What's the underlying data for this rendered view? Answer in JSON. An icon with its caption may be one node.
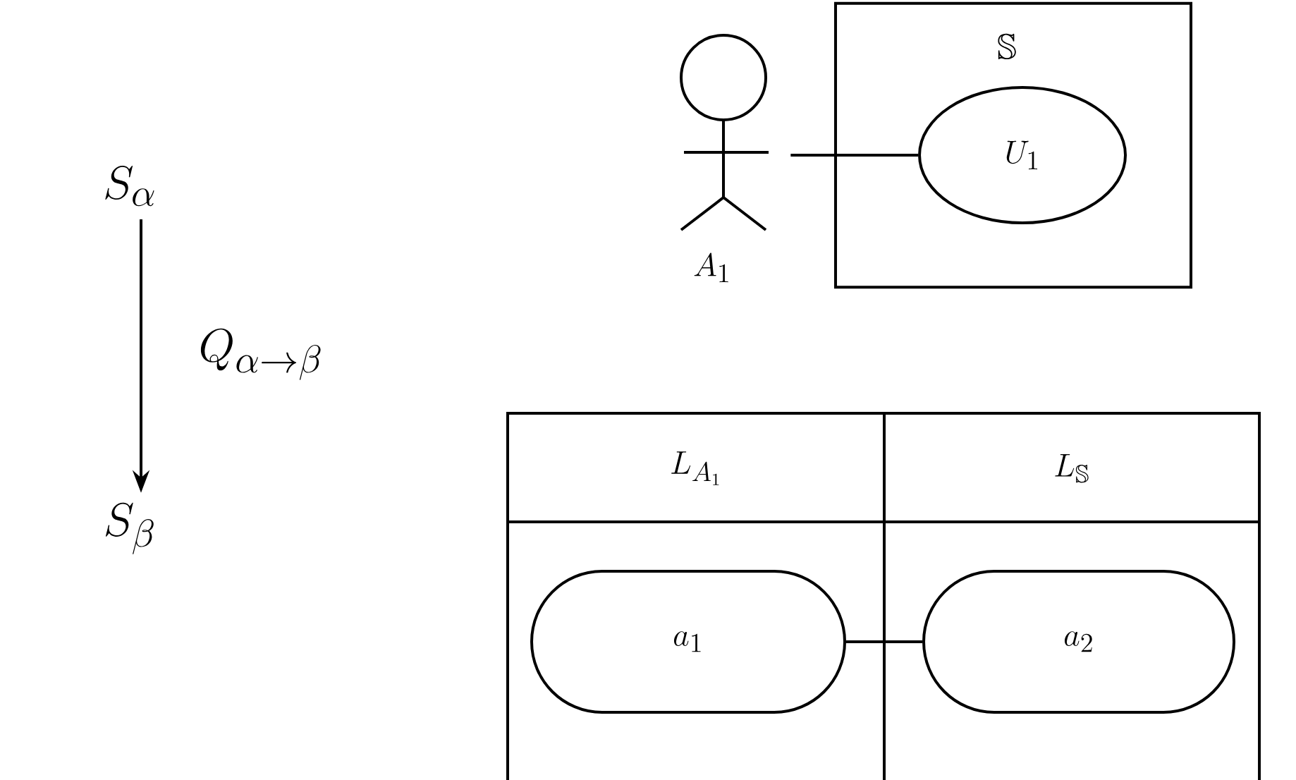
{
  "diagram": {
    "nodes": [
      {
        "text": [
          "S_{\\alpha}"
        ]
      },
      {
        "text": [
          "S_{\\beta}"
        ]
      },
      {
        "text": [],
        "shape": "person",
        "beside": [
          "A_{1}"
        ]
      },
      {
        "text": [
          "\\mathbb{S}"
        ]
      },
      {
        "text": [
          "U_{1}"
        ],
        "in": 3
      },
      {
        "text": [
          "L_{A_{1}}"
        ]
      },
      {
        "text": [
          "L_{\\mathbb{S}}"
        ]
      },
      {
        "text": [
          "a_{1}"
        ],
        "in": 5
      },
      {
        "text": [
          "a_{2}"
        ],
        "in": 6
      }
    ],
    "edges": [
      {
        "from": 0,
        "to": 1,
        "arrow": "to",
        "label": "Q_{\\alpha\\to\\beta}"
      },
      {
        "from": 2,
        "to": 4,
        "arrow": "none"
      },
      {
        "from": 7,
        "to": 8,
        "arrow": "none"
      }
    ]
  }
}
